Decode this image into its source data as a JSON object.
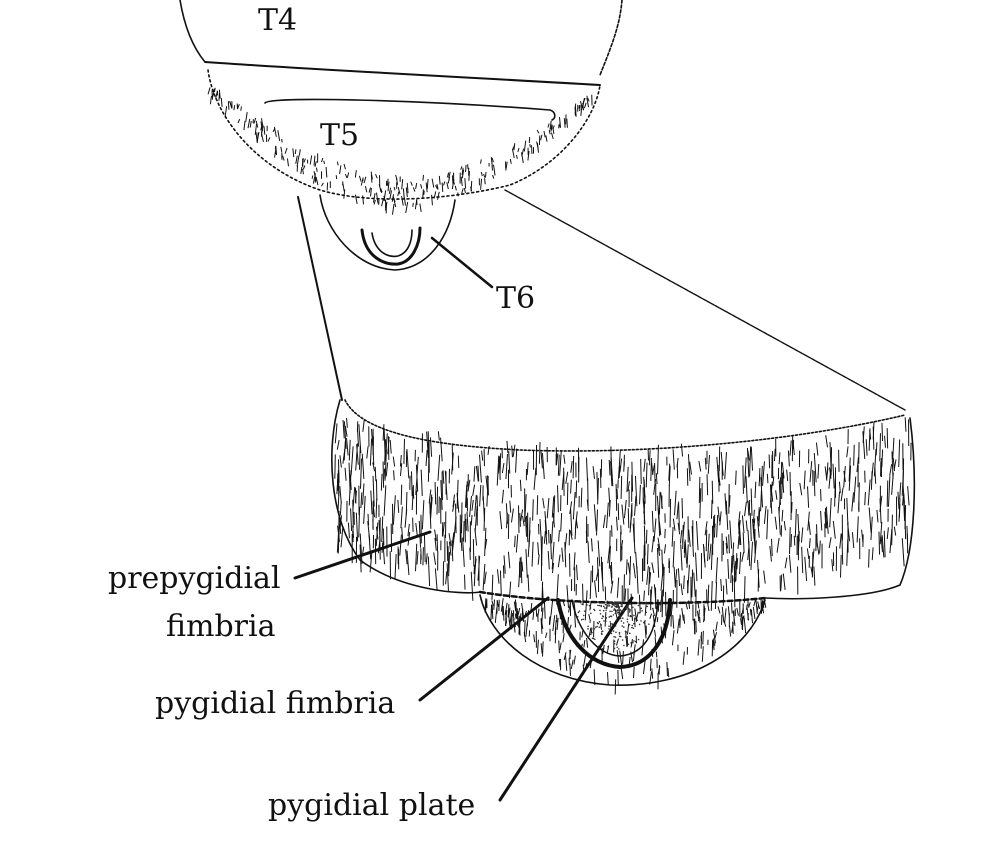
{
  "labels": {
    "t4": "T4",
    "t5": "T5",
    "t6": "T6",
    "prepygidial_line1": "prepygidial",
    "prepygidial_line2": "fimbria",
    "pygidial_fimbria": "pygidial fimbria",
    "pygidial_plate": "pygidial plate"
  },
  "colors": {
    "ink": "#111111",
    "background": "#ffffff"
  }
}
